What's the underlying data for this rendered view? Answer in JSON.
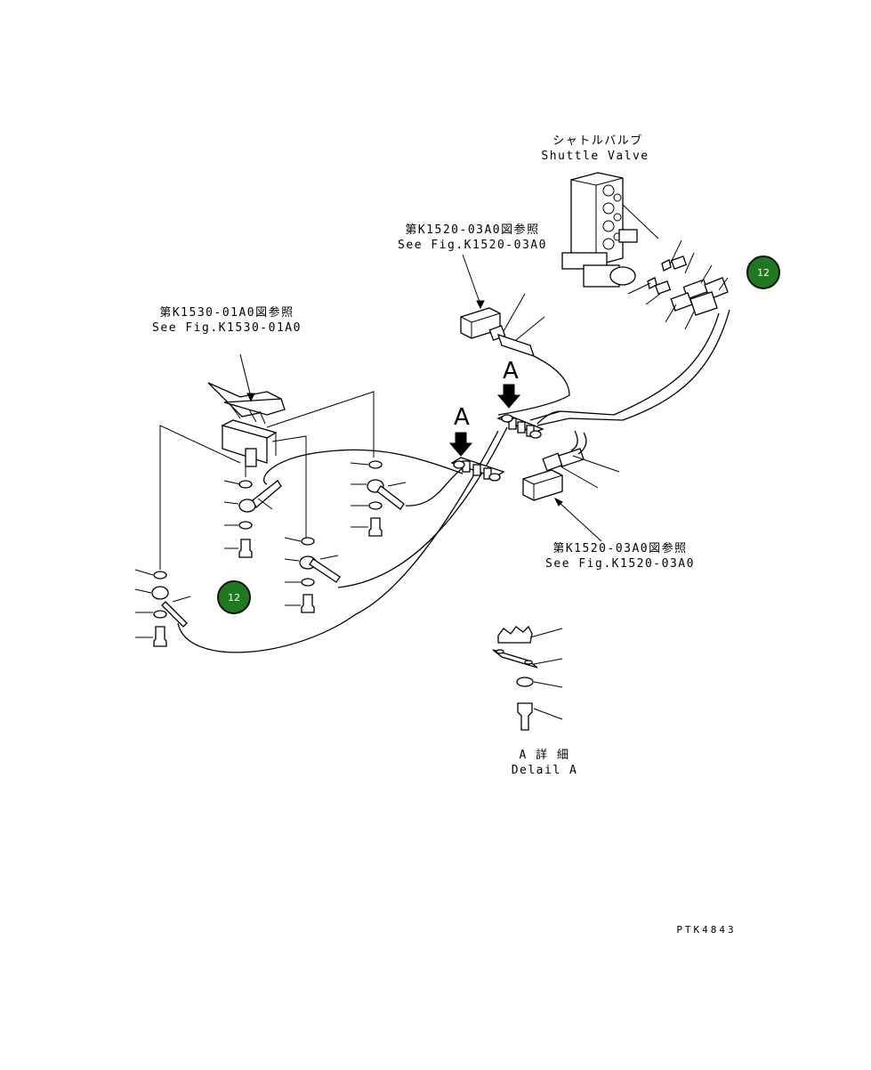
{
  "labels": {
    "shuttle_valve_jp": "シャトルバルブ",
    "shuttle_valve_en": "Shuttle Valve",
    "ref_top_jp": "第K1520-03A0図参照",
    "ref_top_en": "See Fig.K1520-03A0",
    "ref_left_jp": "第K1530-01A0図参照",
    "ref_left_en": "See Fig.K1530-01A0",
    "ref_right_jp": "第K1520-03A0図参照",
    "ref_right_en": "See Fig.K1520-03A0",
    "arrow_a": "A",
    "detail_jp": "A 詳 細",
    "detail_en": "Delail A",
    "figure_code": "PTK4843"
  },
  "badges": {
    "part_ref_right": "12",
    "part_ref_left": "12"
  },
  "colors": {
    "badge_fill": "#1e7a1e",
    "line": "#000000"
  }
}
